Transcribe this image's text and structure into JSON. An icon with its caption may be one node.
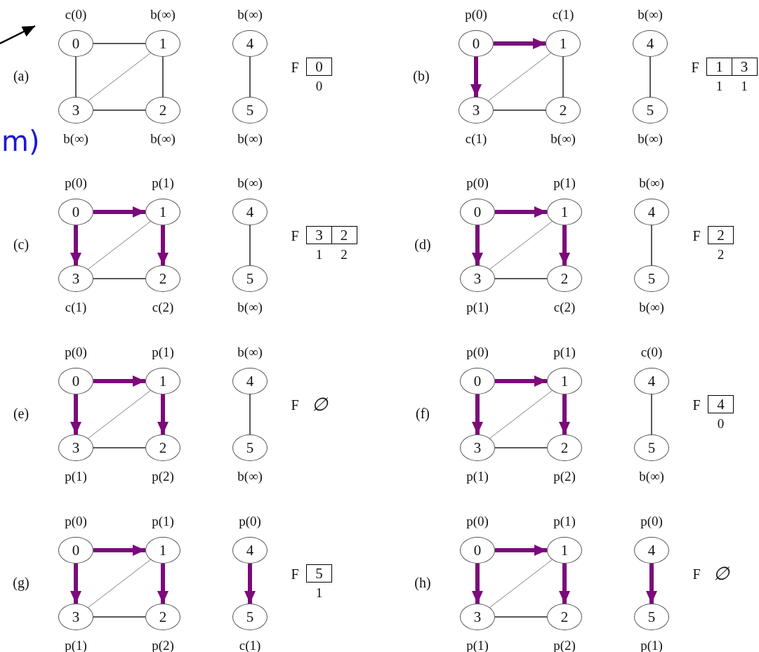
{
  "diagram": {
    "nodes": [
      {
        "text": [
          "0"
        ],
        "beside": [
          "c(0)"
        ]
      },
      {
        "text": [
          "1"
        ],
        "beside": [
          "b(∞)"
        ]
      },
      {
        "text": [
          "4"
        ],
        "beside": [
          "b(∞)"
        ]
      },
      {
        "text": [
          "3"
        ],
        "beside": [
          "b(∞)"
        ]
      },
      {
        "text": [
          "2"
        ],
        "beside": [
          "b(∞)"
        ]
      },
      {
        "text": [
          "5"
        ],
        "beside": [
          "b(∞)"
        ]
      },
      {
        "text": [
          "0"
        ],
        "beside": [
          "0"
        ]
      },
      {
        "text": [
          "0"
        ],
        "beside": [
          "p(0)"
        ]
      },
      {
        "text": [
          "1"
        ],
        "beside": [
          "c(1)"
        ]
      },
      {
        "text": [
          "4"
        ],
        "beside": [
          "b(∞)"
        ]
      },
      {
        "text": [
          "3"
        ],
        "beside": [
          "c(1)"
        ]
      },
      {
        "text": [
          "2"
        ],
        "beside": [
          "b(∞)"
        ]
      },
      {
        "text": [
          "5"
        ],
        "beside": [
          "b(∞)"
        ]
      },
      {
        "text": [
          "1"
        ],
        "beside": [
          "1"
        ]
      },
      {
        "text": [
          "3"
        ],
        "beside": [
          "1"
        ]
      },
      {
        "text": [
          "0"
        ],
        "beside": [
          "p(0)"
        ]
      },
      {
        "text": [
          "1"
        ],
        "beside": [
          "p(1)"
        ]
      },
      {
        "text": [
          "4"
        ],
        "beside": [
          "b(∞)"
        ]
      },
      {
        "text": [
          "3"
        ],
        "beside": [
          "c(1)"
        ]
      },
      {
        "text": [
          "2"
        ],
        "beside": [
          "c(2)"
        ]
      },
      {
        "text": [
          "5"
        ],
        "beside": [
          "b(∞)"
        ]
      },
      {
        "text": [
          "3"
        ],
        "beside": [
          "1"
        ]
      },
      {
        "text": [
          "2"
        ],
        "beside": [
          "2"
        ]
      },
      {
        "text": [
          "0"
        ],
        "beside": [
          "p(0)"
        ]
      },
      {
        "text": [
          "1"
        ],
        "beside": [
          "p(1)"
        ]
      },
      {
        "text": [
          "4"
        ],
        "beside": [
          "b(∞)"
        ]
      },
      {
        "text": [
          "3"
        ],
        "beside": [
          "p(1)"
        ]
      },
      {
        "text": [
          "2"
        ],
        "beside": [
          "c(2)"
        ]
      },
      {
        "text": [
          "5"
        ],
        "beside": [
          "b(∞)"
        ]
      },
      {
        "text": [
          "2"
        ],
        "beside": [
          "2"
        ]
      },
      {
        "text": [
          "0"
        ],
        "beside": [
          "p(0)"
        ]
      },
      {
        "text": [
          "1"
        ],
        "beside": [
          "p(1)"
        ]
      },
      {
        "text": [
          "4"
        ],
        "beside": [
          "b(∞)"
        ]
      },
      {
        "text": [
          "3"
        ],
        "beside": [
          "p(1)"
        ]
      },
      {
        "text": [
          "2"
        ],
        "beside": [
          "p(2)"
        ]
      },
      {
        "text": [
          "5"
        ],
        "beside": [
          "b(∞)"
        ]
      },
      {
        "text": [
          "0"
        ],
        "beside": [
          "p(0)"
        ]
      },
      {
        "text": [
          "1"
        ],
        "beside": [
          "p(1)"
        ]
      },
      {
        "text": [
          "4"
        ],
        "beside": [
          "c(0)"
        ]
      },
      {
        "text": [
          "3"
        ],
        "beside": [
          "p(1)"
        ]
      },
      {
        "text": [
          "2"
        ],
        "beside": [
          "p(2)"
        ]
      },
      {
        "text": [
          "5"
        ],
        "beside": [
          "b(∞)"
        ]
      },
      {
        "text": [
          "4"
        ],
        "beside": [
          "0"
        ]
      },
      {
        "text": [
          "0"
        ],
        "beside": [
          "p(0)"
        ]
      },
      {
        "text": [
          "1"
        ],
        "beside": [
          "p(1)"
        ]
      },
      {
        "text": [
          "4"
        ],
        "beside": [
          "p(0)"
        ]
      },
      {
        "text": [
          "3"
        ],
        "beside": [
          "p(1)"
        ]
      },
      {
        "text": [
          "2"
        ],
        "beside": [
          "p(2)"
        ]
      },
      {
        "text": [
          "5"
        ],
        "beside": [
          "c(1)"
        ]
      },
      {
        "text": [
          "5"
        ],
        "beside": [
          "1"
        ]
      },
      {
        "text": [
          "0"
        ],
        "beside": [
          "p(0)"
        ]
      },
      {
        "text": [
          "1"
        ],
        "beside": [
          "p(1)"
        ]
      },
      {
        "text": [
          "4"
        ],
        "beside": [
          "p(0)"
        ]
      },
      {
        "text": [
          "3"
        ],
        "beside": [
          "p(1)"
        ]
      },
      {
        "text": [
          "2"
        ],
        "beside": [
          "p(2)"
        ]
      },
      {
        "text": [
          "5"
        ],
        "beside": [
          "p(1)"
        ]
      }
    ],
    "edges": [
      {
        "from": 0,
        "to": 1,
        "arrow": "none"
      },
      {
        "from": 0,
        "to": 3,
        "arrow": "none"
      },
      {
        "from": 3,
        "to": 1,
        "arrow": "none",
        "color": "#808080"
      },
      {
        "from": 1,
        "to": 4,
        "arrow": "none"
      },
      {
        "from": 3,
        "to": 4,
        "arrow": "none"
      },
      {
        "from": 2,
        "to": 5,
        "arrow": "none"
      },
      {
        "from": 7,
        "to": 8,
        "arrow": "to",
        "style": "thick",
        "color": "#7b0a7b"
      },
      {
        "from": 7,
        "to": 10,
        "arrow": "to",
        "style": "thick",
        "color": "#7b0a7b"
      },
      {
        "from": 10,
        "to": 8,
        "arrow": "none",
        "color": "#808080"
      },
      {
        "from": 8,
        "to": 11,
        "arrow": "none"
      },
      {
        "from": 10,
        "to": 11,
        "arrow": "none"
      },
      {
        "from": 9,
        "to": 12,
        "arrow": "none"
      },
      {
        "from": 15,
        "to": 16,
        "arrow": "to",
        "style": "thick",
        "color": "#7b0a7b"
      },
      {
        "from": 15,
        "to": 18,
        "arrow": "to",
        "style": "thick",
        "color": "#7b0a7b"
      },
      {
        "from": 18,
        "to": 16,
        "arrow": "none",
        "color": "#808080"
      },
      {
        "from": 16,
        "to": 19,
        "arrow": "to",
        "style": "thick",
        "color": "#7b0a7b"
      },
      {
        "from": 18,
        "to": 19,
        "arrow": "none"
      },
      {
        "from": 17,
        "to": 20,
        "arrow": "none"
      },
      {
        "from": 23,
        "to": 24,
        "arrow": "to",
        "style": "thick",
        "color": "#7b0a7b"
      },
      {
        "from": 23,
        "to": 26,
        "arrow": "to",
        "style": "thick",
        "color": "#7b0a7b"
      },
      {
        "from": 26,
        "to": 24,
        "arrow": "none",
        "color": "#808080"
      },
      {
        "from": 24,
        "to": 27,
        "arrow": "to",
        "style": "thick",
        "color": "#7b0a7b"
      },
      {
        "from": 26,
        "to": 27,
        "arrow": "none"
      },
      {
        "from": 25,
        "to": 28,
        "arrow": "none"
      },
      {
        "from": 30,
        "to": 31,
        "arrow": "to",
        "style": "thick",
        "color": "#7b0a7b"
      },
      {
        "from": 30,
        "to": 33,
        "arrow": "to",
        "style": "thick",
        "color": "#7b0a7b"
      },
      {
        "from": 33,
        "to": 31,
        "arrow": "none",
        "color": "#808080"
      },
      {
        "from": 31,
        "to": 34,
        "arrow": "to",
        "style": "thick",
        "color": "#7b0a7b"
      },
      {
        "from": 33,
        "to": 34,
        "arrow": "none"
      },
      {
        "from": 32,
        "to": 35,
        "arrow": "none"
      },
      {
        "from": 36,
        "to": 37,
        "arrow": "to",
        "style": "thick",
        "color": "#7b0a7b"
      },
      {
        "from": 36,
        "to": 39,
        "arrow": "to",
        "style": "thick",
        "color": "#7b0a7b"
      },
      {
        "from": 39,
        "to": 37,
        "arrow": "none",
        "color": "#808080"
      },
      {
        "from": 37,
        "to": 40,
        "arrow": "to",
        "style": "thick",
        "color": "#7b0a7b"
      },
      {
        "from": 39,
        "to": 40,
        "arrow": "none"
      },
      {
        "from": 38,
        "to": 41,
        "arrow": "none"
      },
      {
        "from": 43,
        "to": 44,
        "arrow": "to",
        "style": "thick",
        "color": "#7b0a7b"
      },
      {
        "from": 43,
        "to": 46,
        "arrow": "to",
        "style": "thick",
        "color": "#7b0a7b"
      },
      {
        "from": 46,
        "to": 44,
        "arrow": "none",
        "color": "#808080"
      },
      {
        "from": 44,
        "to": 47,
        "arrow": "to",
        "style": "thick",
        "color": "#7b0a7b"
      },
      {
        "from": 46,
        "to": 47,
        "arrow": "none"
      },
      {
        "from": 45,
        "to": 48,
        "arrow": "to",
        "style": "thick",
        "color": "#7b0a7b"
      },
      {
        "from": 50,
        "to": 51,
        "arrow": "to",
        "style": "thick",
        "color": "#7b0a7b"
      },
      {
        "from": 50,
        "to": 53,
        "arrow": "to",
        "style": "thick",
        "color": "#7b0a7b"
      },
      {
        "from": 53,
        "to": 51,
        "arrow": "none",
        "color": "#808080"
      },
      {
        "from": 51,
        "to": 54,
        "arrow": "to",
        "style": "thick",
        "color": "#7b0a7b"
      },
      {
        "from": 53,
        "to": 54,
        "arrow": "none"
      },
      {
        "from": 52,
        "to": 55,
        "arrow": "to",
        "style": "thick",
        "color": "#7b0a7b"
      }
    ],
    "labels": [
      "(a)",
      "F",
      "(b)",
      "F",
      "m)",
      "(c)",
      "F",
      "(d)",
      "F",
      "(e)",
      "F",
      "∅",
      "(f)",
      "F",
      "(g)",
      "F",
      "(h)",
      "F",
      "∅"
    ]
  }
}
